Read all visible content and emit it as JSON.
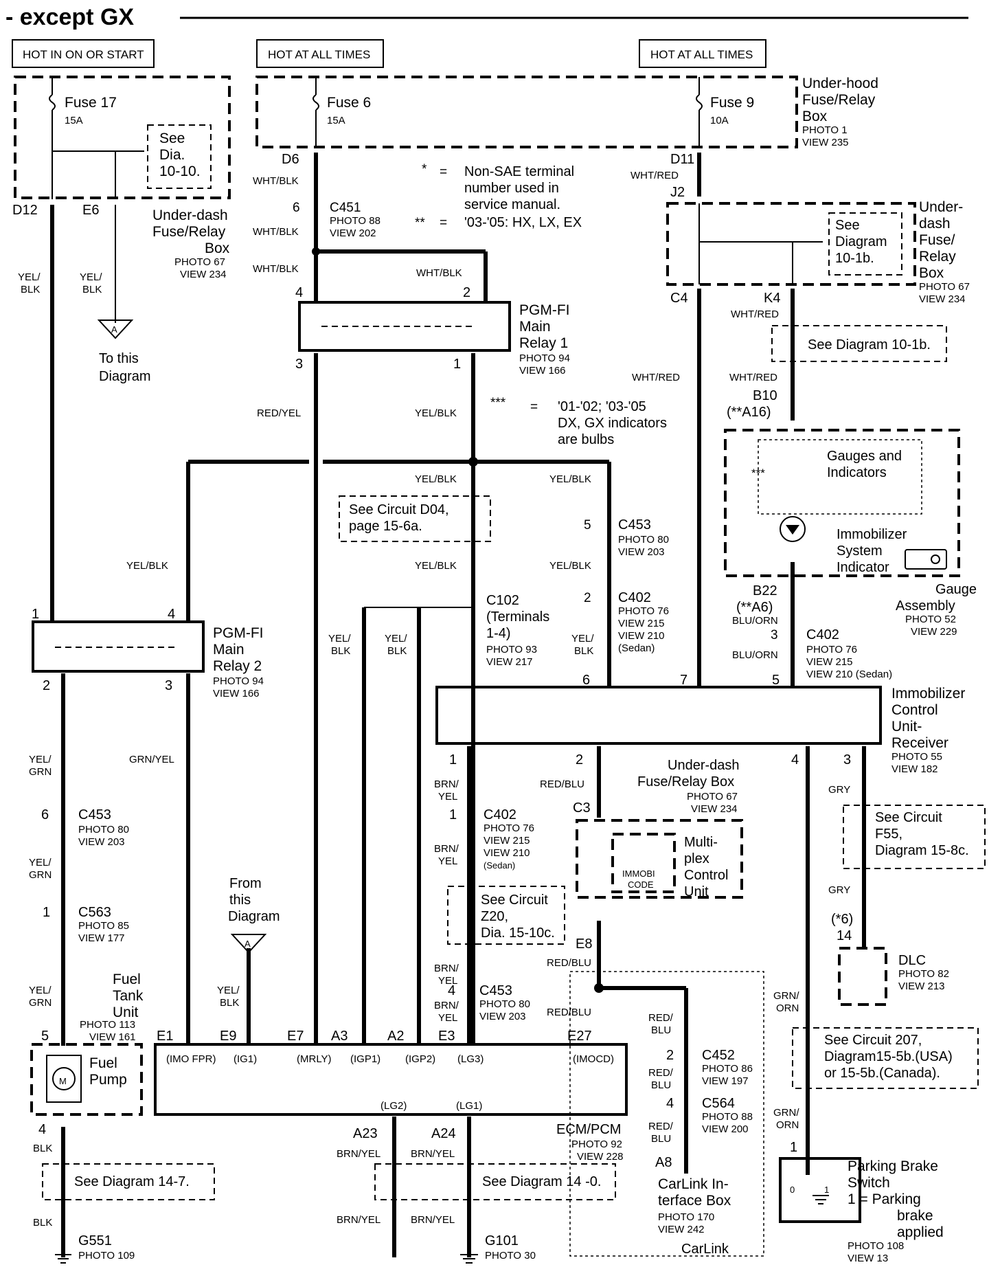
{
  "title": "- except GX",
  "power_sources": [
    {
      "id": "p1",
      "label": "HOT IN ON OR START"
    },
    {
      "id": "p2",
      "label": "HOT AT ALL TIMES"
    },
    {
      "id": "p3",
      "label": "HOT AT ALL TIMES"
    }
  ],
  "labels": [
    {
      "id": "fuse17",
      "text": "Fuse 17"
    },
    {
      "id": "fuse17a",
      "text": "15A"
    },
    {
      "id": "fuse6",
      "text": "Fuse 6"
    },
    {
      "id": "fuse6a",
      "text": "15A"
    },
    {
      "id": "fuse9",
      "text": "Fuse 9"
    },
    {
      "id": "fuse9a",
      "text": "10A"
    },
    {
      "id": "seedia1",
      "text": "See"
    },
    {
      "id": "seedia2",
      "text": "Dia."
    },
    {
      "id": "seedia3",
      "text": "10-10."
    },
    {
      "id": "uh1",
      "text": "Under-hood"
    },
    {
      "id": "uh2",
      "text": "Fuse/Relay"
    },
    {
      "id": "uh3",
      "text": "Box"
    },
    {
      "id": "uh4",
      "text": "PHOTO 1"
    },
    {
      "id": "uh5",
      "text": "VIEW 235"
    },
    {
      "id": "ud1",
      "text": "Under-dash"
    },
    {
      "id": "ud2",
      "text": "Fuse/Relay"
    },
    {
      "id": "ud3",
      "text": "Box"
    },
    {
      "id": "ud4",
      "text": "PHOTO 67"
    },
    {
      "id": "ud5",
      "text": "VIEW 234"
    },
    {
      "id": "d12",
      "text": "D12"
    },
    {
      "id": "e6",
      "text": "E6"
    },
    {
      "id": "d6",
      "text": "D6"
    },
    {
      "id": "d11",
      "text": "D11"
    },
    {
      "id": "j2",
      "text": "J2"
    },
    {
      "id": "whtblk1",
      "text": "WHT/BLK"
    },
    {
      "id": "whtblk2",
      "text": "WHT/BLK"
    },
    {
      "id": "whtblk3",
      "text": "WHT/BLK"
    },
    {
      "id": "whtblk4",
      "text": "WHT/BLK"
    },
    {
      "id": "whtred1",
      "text": "WHT/RED"
    },
    {
      "id": "c451n",
      "text": "6"
    },
    {
      "id": "c451",
      "text": "C451"
    },
    {
      "id": "c451p",
      "text": "PHOTO 88"
    },
    {
      "id": "c451v",
      "text": "VIEW 202"
    },
    {
      "id": "note1a",
      "text": "*"
    },
    {
      "id": "note1b",
      "text": "="
    },
    {
      "id": "note1c",
      "text": "Non-SAE terminal"
    },
    {
      "id": "note1d",
      "text": "number used in"
    },
    {
      "id": "note1e",
      "text": "service manual."
    },
    {
      "id": "note2a",
      "text": "**"
    },
    {
      "id": "note2b",
      "text": "="
    },
    {
      "id": "note2c",
      "text": "'03-'05: HX, LX, EX"
    },
    {
      "id": "seed1",
      "text": "See"
    },
    {
      "id": "seed2",
      "text": "Diagram"
    },
    {
      "id": "seed3",
      "text": "10-1b."
    },
    {
      "id": "ud2a",
      "text": "Under-"
    },
    {
      "id": "ud2b",
      "text": "dash"
    },
    {
      "id": "ud2c",
      "text": "Fuse/"
    },
    {
      "id": "ud2d",
      "text": "Relay"
    },
    {
      "id": "ud2e",
      "text": "Box"
    },
    {
      "id": "ud2f",
      "text": "PHOTO 67"
    },
    {
      "id": "ud2g",
      "text": "VIEW 234"
    },
    {
      "id": "c4",
      "text": "C4"
    },
    {
      "id": "k4",
      "text": "K4"
    },
    {
      "id": "whtred2",
      "text": "WHT/RED"
    },
    {
      "id": "seed10",
      "text": "See Diagram 10-1b."
    },
    {
      "id": "yelblk1",
      "text": "YEL/"
    },
    {
      "id": "yelblk1b",
      "text": "BLK"
    },
    {
      "id": "yelblk2",
      "text": "YEL/"
    },
    {
      "id": "yelblk2b",
      "text": "BLK"
    },
    {
      "id": "tothis1",
      "text": "To this"
    },
    {
      "id": "tothis2",
      "text": "Diagram"
    },
    {
      "id": "triA1",
      "text": "A"
    },
    {
      "id": "r1n4",
      "text": "4"
    },
    {
      "id": "r1n2",
      "text": "2"
    },
    {
      "id": "r1n3",
      "text": "3"
    },
    {
      "id": "r1n1",
      "text": "1"
    },
    {
      "id": "pgm1a",
      "text": "PGM-FI"
    },
    {
      "id": "pgm1b",
      "text": "Main"
    },
    {
      "id": "pgm1c",
      "text": "Relay 1"
    },
    {
      "id": "pgm1d",
      "text": "PHOTO 94"
    },
    {
      "id": "pgm1e",
      "text": "VIEW 166"
    },
    {
      "id": "redyel1",
      "text": "RED/YEL"
    },
    {
      "id": "yelblk3",
      "text": "YEL/BLK"
    },
    {
      "id": "note3a",
      "text": "***"
    },
    {
      "id": "note3b",
      "text": "="
    },
    {
      "id": "note3c",
      "text": "'01-'02; '03-'05"
    },
    {
      "id": "note3d",
      "text": "DX, GX indicators"
    },
    {
      "id": "note3e",
      "text": "are bulbs"
    },
    {
      "id": "whtred3",
      "text": "WHT/RED"
    },
    {
      "id": "whtred4",
      "text": "WHT/RED"
    },
    {
      "id": "b10",
      "text": "B10"
    },
    {
      "id": "a16",
      "text": "(**A16)"
    },
    {
      "id": "gi1",
      "text": "Gauges and"
    },
    {
      "id": "gi2",
      "text": "Indicators"
    },
    {
      "id": "gistar",
      "text": "***"
    },
    {
      "id": "imi1",
      "text": "Immobilizer"
    },
    {
      "id": "imi2",
      "text": "System"
    },
    {
      "id": "imi3",
      "text": "Indicator"
    },
    {
      "id": "ga1",
      "text": "Gauge"
    },
    {
      "id": "ga2",
      "text": "Assembly"
    },
    {
      "id": "ga3",
      "text": "PHOTO 52"
    },
    {
      "id": "ga4",
      "text": "VIEW 229"
    },
    {
      "id": "b22",
      "text": "B22"
    },
    {
      "id": "a6",
      "text": "(**A6)"
    },
    {
      "id": "bluorn1",
      "text": "BLU/ORN"
    },
    {
      "id": "c402bn",
      "text": "3"
    },
    {
      "id": "c402b",
      "text": "C402"
    },
    {
      "id": "c402bp",
      "text": "PHOTO 76"
    },
    {
      "id": "c402bv",
      "text": "VIEW 215"
    },
    {
      "id": "c402bv2",
      "text": "VIEW 210 (Sedan)"
    },
    {
      "id": "bluorn2",
      "text": "BLU/ORN"
    },
    {
      "id": "yelblk4",
      "text": "YEL/BLK"
    },
    {
      "id": "yelblk5",
      "text": "YEL/BLK"
    },
    {
      "id": "seed04a",
      "text": "See Circuit D04,"
    },
    {
      "id": "seed04b",
      "text": "page 15-6a."
    },
    {
      "id": "c453an",
      "text": "5"
    },
    {
      "id": "c453a",
      "text": "C453"
    },
    {
      "id": "c453ap",
      "text": "PHOTO 80"
    },
    {
      "id": "c453av",
      "text": "VIEW 203"
    },
    {
      "id": "yelblk6",
      "text": "YEL/BLK"
    },
    {
      "id": "yelblk7",
      "text": "YEL/BLK"
    },
    {
      "id": "yelblk8",
      "text": "YEL/BLK"
    },
    {
      "id": "c402an",
      "text": "2"
    },
    {
      "id": "c402a",
      "text": "C402"
    },
    {
      "id": "c402ap",
      "text": "PHOTO 76"
    },
    {
      "id": "c402av",
      "text": "VIEW 215"
    },
    {
      "id": "c402av2",
      "text": "VIEW 210"
    },
    {
      "id": "c402av3",
      "text": "(Sedan)"
    },
    {
      "id": "c102",
      "text": "C102"
    },
    {
      "id": "c102b",
      "text": "(Terminals"
    },
    {
      "id": "c102c",
      "text": "1-4)"
    },
    {
      "id": "c102p",
      "text": "PHOTO 93"
    },
    {
      "id": "c102v",
      "text": "VIEW 217"
    },
    {
      "id": "yelblk9a",
      "text": "YEL/"
    },
    {
      "id": "yelblk9b",
      "text": "BLK"
    },
    {
      "id": "yelblk10a",
      "text": "YEL/"
    },
    {
      "id": "yelblk10b",
      "text": "BLK"
    },
    {
      "id": "yelblk11a",
      "text": "YEL/"
    },
    {
      "id": "yelblk11b",
      "text": "BLK"
    },
    {
      "id": "r2n1",
      "text": "1"
    },
    {
      "id": "r2n4",
      "text": "4"
    },
    {
      "id": "r2n2",
      "text": "2"
    },
    {
      "id": "r2n3",
      "text": "3"
    },
    {
      "id": "pgm2a",
      "text": "PGM-FI"
    },
    {
      "id": "pgm2b",
      "text": "Main"
    },
    {
      "id": "pgm2c",
      "text": "Relay 2"
    },
    {
      "id": "pgm2d",
      "text": "PHOTO 94"
    },
    {
      "id": "pgm2e",
      "text": "VIEW 166"
    },
    {
      "id": "yelgrn1a",
      "text": "YEL/"
    },
    {
      "id": "yelgrn1b",
      "text": "GRN"
    },
    {
      "id": "grnyel",
      "text": "GRN/YEL"
    },
    {
      "id": "c453bn",
      "text": "6"
    },
    {
      "id": "c453b",
      "text": "C453"
    },
    {
      "id": "c453bp",
      "text": "PHOTO 80"
    },
    {
      "id": "c453bv",
      "text": "VIEW 203"
    },
    {
      "id": "yelgrn2a",
      "text": "YEL/"
    },
    {
      "id": "yelgrn2b",
      "text": "GRN"
    },
    {
      "id": "c563n",
      "text": "1"
    },
    {
      "id": "c563",
      "text": "C563"
    },
    {
      "id": "c563p",
      "text": "PHOTO 85"
    },
    {
      "id": "c563v",
      "text": "VIEW 177"
    },
    {
      "id": "yelgrn3a",
      "text": "YEL/"
    },
    {
      "id": "yelgrn3b",
      "text": "GRN"
    },
    {
      "id": "ftu1",
      "text": "Fuel"
    },
    {
      "id": "ftu2",
      "text": "Tank"
    },
    {
      "id": "ftu3",
      "text": "Unit"
    },
    {
      "id": "ftu4",
      "text": "PHOTO 113"
    },
    {
      "id": "ftu5",
      "text": "VIEW 161"
    },
    {
      "id": "fp5",
      "text": "5"
    },
    {
      "id": "fp1",
      "text": "Fuel"
    },
    {
      "id": "fp2",
      "text": "Pump"
    },
    {
      "id": "fpm",
      "text": "M"
    },
    {
      "id": "fp4",
      "text": "4"
    },
    {
      "id": "blk1",
      "text": "BLK"
    },
    {
      "id": "seed147",
      "text": "See Diagram 14-7."
    },
    {
      "id": "blk2",
      "text": "BLK"
    },
    {
      "id": "g551",
      "text": "G551"
    },
    {
      "id": "g551p",
      "text": "PHOTO 109"
    },
    {
      "id": "from1",
      "text": "From"
    },
    {
      "id": "from2",
      "text": "this"
    },
    {
      "id": "from3",
      "text": "Diagram"
    },
    {
      "id": "triA2",
      "text": "A"
    },
    {
      "id": "yelblk12a",
      "text": "YEL/"
    },
    {
      "id": "yelblk12b",
      "text": "BLK"
    },
    {
      "id": "e1",
      "text": "E1"
    },
    {
      "id": "e9",
      "text": "E9"
    },
    {
      "id": "e7",
      "text": "E7"
    },
    {
      "id": "a3",
      "text": "A3"
    },
    {
      "id": "a2",
      "text": "A2"
    },
    {
      "id": "e3",
      "text": "E3"
    },
    {
      "id": "e27",
      "text": "E27"
    },
    {
      "id": "ecm1",
      "text": "(IMO FPR)"
    },
    {
      "id": "ecm2",
      "text": "(IG1)"
    },
    {
      "id": "ecm3",
      "text": "(MRLY)"
    },
    {
      "id": "ecm4",
      "text": "(IGP1)"
    },
    {
      "id": "ecm5",
      "text": "(IGP2)"
    },
    {
      "id": "ecm6",
      "text": "(LG3)"
    },
    {
      "id": "ecm7",
      "text": "(IMOCD)"
    },
    {
      "id": "ecm8",
      "text": "(LG2)"
    },
    {
      "id": "ecm9",
      "text": "(LG1)"
    },
    {
      "id": "ecma",
      "text": "ECM/PCM"
    },
    {
      "id": "ecmb",
      "text": "PHOTO 92"
    },
    {
      "id": "ecmc",
      "text": "VIEW 228"
    },
    {
      "id": "a23",
      "text": "A23"
    },
    {
      "id": "a24",
      "text": "A24"
    },
    {
      "id": "brnyel1",
      "text": "BRN/YEL"
    },
    {
      "id": "brnyel2",
      "text": "BRN/YEL"
    },
    {
      "id": "seed140",
      "text": "See Diagram 14 -0."
    },
    {
      "id": "brnyel3",
      "text": "BRN/YEL"
    },
    {
      "id": "brnyel4",
      "text": "BRN/YEL"
    },
    {
      "id": "g101",
      "text": "G101"
    },
    {
      "id": "g101p",
      "text": "PHOTO 30"
    },
    {
      "id": "imc1",
      "text": "Immobilizer"
    },
    {
      "id": "imc2",
      "text": "Control"
    },
    {
      "id": "imc3",
      "text": "Unit-"
    },
    {
      "id": "imc4",
      "text": "Receiver"
    },
    {
      "id": "imc5",
      "text": "PHOTO 55"
    },
    {
      "id": "imc6",
      "text": "VIEW 182"
    },
    {
      "id": "im6",
      "text": "6"
    },
    {
      "id": "im7",
      "text": "7"
    },
    {
      "id": "im5",
      "text": "5"
    },
    {
      "id": "im1",
      "text": "1"
    },
    {
      "id": "im2",
      "text": "2"
    },
    {
      "id": "im4",
      "text": "4"
    },
    {
      "id": "im3",
      "text": "3"
    },
    {
      "id": "brnyel5a",
      "text": "BRN/"
    },
    {
      "id": "brnyel5b",
      "text": "YEL"
    },
    {
      "id": "c402cn",
      "text": "1"
    },
    {
      "id": "c402c",
      "text": "C402"
    },
    {
      "id": "c402cp",
      "text": "PHOTO 76"
    },
    {
      "id": "c402cv",
      "text": "VIEW 215"
    },
    {
      "id": "c402cv2",
      "text": "VIEW 210"
    },
    {
      "id": "c402cv3",
      "text": "(Sedan)"
    },
    {
      "id": "brnyel6a",
      "text": "BRN/"
    },
    {
      "id": "brnyel6b",
      "text": "YEL"
    },
    {
      "id": "z20a",
      "text": "See Circuit"
    },
    {
      "id": "z20b",
      "text": "Z20,"
    },
    {
      "id": "z20c",
      "text": "Dia. 15-10c."
    },
    {
      "id": "brnyel7a",
      "text": "BRN/"
    },
    {
      "id": "brnyel7b",
      "text": "YEL"
    },
    {
      "id": "c453cn",
      "text": "4"
    },
    {
      "id": "c453c",
      "text": "C453"
    },
    {
      "id": "c453cp",
      "text": "PHOTO 80"
    },
    {
      "id": "c453cv",
      "text": "VIEW 203"
    },
    {
      "id": "brnyel8a",
      "text": "BRN/"
    },
    {
      "id": "brnyel8b",
      "text": "YEL"
    },
    {
      "id": "redblu1",
      "text": "RED/BLU"
    },
    {
      "id": "ud3a",
      "text": "Under-dash"
    },
    {
      "id": "ud3b",
      "text": "Fuse/Relay Box"
    },
    {
      "id": "ud3c",
      "text": "PHOTO 67"
    },
    {
      "id": "ud3d",
      "text": "VIEW 234"
    },
    {
      "id": "c3",
      "text": "C3"
    },
    {
      "id": "immo1",
      "text": "IMMOBI"
    },
    {
      "id": "immo2",
      "text": "CODE"
    },
    {
      "id": "mpx1",
      "text": "Multi-"
    },
    {
      "id": "mpx2",
      "text": "plex"
    },
    {
      "id": "mpx3",
      "text": "Control"
    },
    {
      "id": "mpx4",
      "text": "Unit"
    },
    {
      "id": "e8",
      "text": "E8"
    },
    {
      "id": "redblu2",
      "text": "RED/BLU"
    },
    {
      "id": "redblu3",
      "text": "RED/BLU"
    },
    {
      "id": "redblu4a",
      "text": "RED/"
    },
    {
      "id": "redblu4b",
      "text": "BLU"
    },
    {
      "id": "c452n",
      "text": "2"
    },
    {
      "id": "c452",
      "text": "C452"
    },
    {
      "id": "c452p",
      "text": "PHOTO 86"
    },
    {
      "id": "c452v",
      "text": "VIEW 197"
    },
    {
      "id": "redblu5a",
      "text": "RED/"
    },
    {
      "id": "redblu5b",
      "text": "BLU"
    },
    {
      "id": "c564n",
      "text": "4"
    },
    {
      "id": "c564",
      "text": "C564"
    },
    {
      "id": "c564p",
      "text": "PHOTO 88"
    },
    {
      "id": "c564v",
      "text": "VIEW 200"
    },
    {
      "id": "redblu6a",
      "text": "RED/"
    },
    {
      "id": "redblu6b",
      "text": "BLU"
    },
    {
      "id": "a8",
      "text": "A8"
    },
    {
      "id": "cl1",
      "text": "CarLink In-"
    },
    {
      "id": "cl2",
      "text": "terface Box"
    },
    {
      "id": "cl3",
      "text": "PHOTO 170"
    },
    {
      "id": "cl4",
      "text": "VIEW 242"
    },
    {
      "id": "cl5",
      "text": "CarLink"
    },
    {
      "id": "gry1",
      "text": "GRY"
    },
    {
      "id": "f55a",
      "text": "See Circuit"
    },
    {
      "id": "f55b",
      "text": "F55,"
    },
    {
      "id": "f55c",
      "text": "Diagram 15-8c."
    },
    {
      "id": "gry2",
      "text": "GRY"
    },
    {
      "id": "dlc6",
      "text": "(*6)"
    },
    {
      "id": "dlc14",
      "text": "14"
    },
    {
      "id": "dlc1",
      "text": "DLC"
    },
    {
      "id": "dlc2",
      "text": "PHOTO 82"
    },
    {
      "id": "dlc3",
      "text": "VIEW 213"
    },
    {
      "id": "grnorn1a",
      "text": "GRN/"
    },
    {
      "id": "grnorn1b",
      "text": "ORN"
    },
    {
      "id": "c207a",
      "text": "See Circuit  207,"
    },
    {
      "id": "c207b",
      "text": "Diagram15-5b.(USA)"
    },
    {
      "id": "c207c",
      "text": "or 15-5b.(Canada)."
    },
    {
      "id": "grnorn2a",
      "text": "GRN/"
    },
    {
      "id": "grnorn2b",
      "text": "ORN"
    },
    {
      "id": "pb1n",
      "text": "1"
    },
    {
      "id": "pb1",
      "text": "Parking Brake"
    },
    {
      "id": "pb2",
      "text": "Switch"
    },
    {
      "id": "pb3",
      "text": "1 =  Parking"
    },
    {
      "id": "pb4",
      "text": "brake"
    },
    {
      "id": "pb5",
      "text": "applied"
    },
    {
      "id": "pb6",
      "text": "PHOTO 108"
    },
    {
      "id": "pb7",
      "text": "VIEW 13"
    },
    {
      "id": "pb0",
      "text": "0"
    },
    {
      "id": "pb1b",
      "text": "1"
    }
  ]
}
